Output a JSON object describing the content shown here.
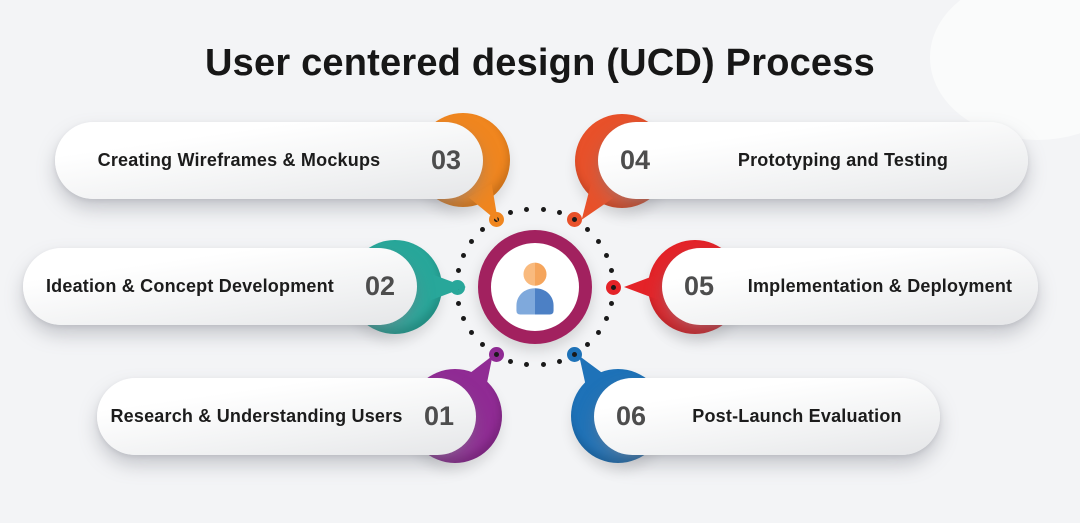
{
  "title": "User centered design (UCD) Process",
  "steps": [
    {
      "number": "01",
      "label": "Research & Understanding Users",
      "color": "#902B94"
    },
    {
      "number": "02",
      "label": "Ideation & Concept Development",
      "color": "#28A79A"
    },
    {
      "number": "03",
      "label": "Creating Wireframes & Mockups",
      "color": "#F0861F"
    },
    {
      "number": "04",
      "label": "Prototyping and Testing",
      "color": "#E8512A"
    },
    {
      "number": "05",
      "label": "Implementation & Deployment",
      "color": "#E42328"
    },
    {
      "number": "06",
      "label": "Post-Launch Evaluation",
      "color": "#1E72B8"
    }
  ],
  "center": {
    "icon": "user-icon",
    "ring_color": "#A2215F",
    "dot_color": "#1A1A1A",
    "head_colors": [
      "#F9BA7E",
      "#F5A55C"
    ],
    "body_colors": [
      "#7FA9DC",
      "#4C80C5"
    ]
  },
  "colors": {
    "background": "#F3F4F6",
    "title_text": "#171717",
    "pill_text": "#1C1C1C",
    "number_text": "#4D4D4D"
  }
}
